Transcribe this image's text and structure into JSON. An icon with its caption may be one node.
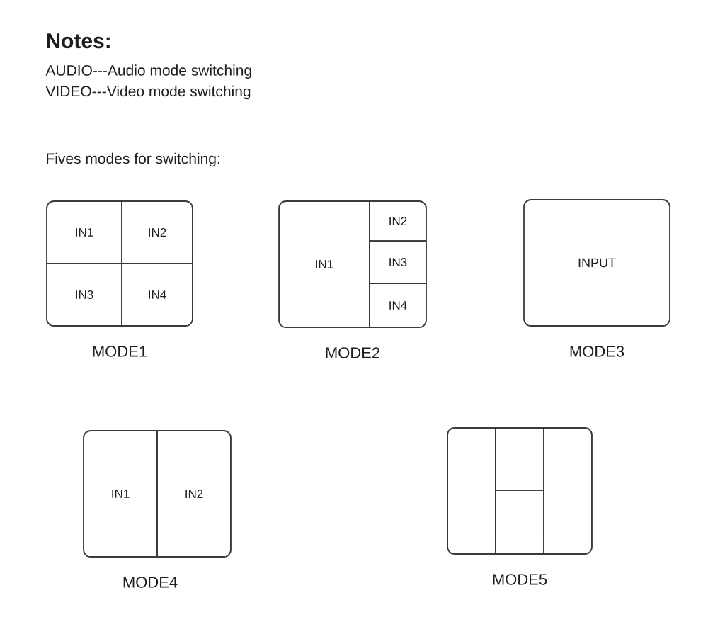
{
  "diagram": {
    "nodes": [
      {
        "text": [],
        "shape": "box",
        "beside": [
          "MODE1"
        ]
      },
      {
        "text": [
          "IN1"
        ],
        "in": 0
      },
      {
        "text": [
          "IN2"
        ],
        "in": 0
      },
      {
        "text": [
          "IN3"
        ],
        "in": 0
      },
      {
        "text": [
          "IN4"
        ],
        "in": 0
      },
      {
        "text": [],
        "shape": "box",
        "beside": [
          "MODE2"
        ]
      },
      {
        "text": [
          "IN1"
        ],
        "in": 5
      },
      {
        "text": [
          "IN2"
        ],
        "in": 5
      },
      {
        "text": [
          "IN3"
        ],
        "in": 5
      },
      {
        "text": [
          "IN4"
        ],
        "in": 5
      },
      {
        "text": [
          "INPUT"
        ],
        "beside": [
          "MODE3"
        ]
      },
      {
        "text": [],
        "shape": "box",
        "beside": [
          "MODE4"
        ]
      },
      {
        "text": [
          "IN1"
        ],
        "in": 11
      },
      {
        "text": [
          "IN2"
        ],
        "in": 11
      },
      {
        "text": [],
        "shape": "box",
        "beside": [
          "MODE5"
        ]
      },
      {
        "text": [],
        "shape": "box",
        "in": 14
      },
      {
        "text": [],
        "shape": "box",
        "in": 14
      },
      {
        "text": [],
        "shape": "box",
        "in": 14
      },
      {
        "text": [],
        "shape": "box",
        "in": 14
      }
    ],
    "labels": [
      "Notes:",
      "AUDIO---Audio mode switching",
      "VIDEO---Video mode switching",
      "Fives modes for switching:"
    ]
  }
}
